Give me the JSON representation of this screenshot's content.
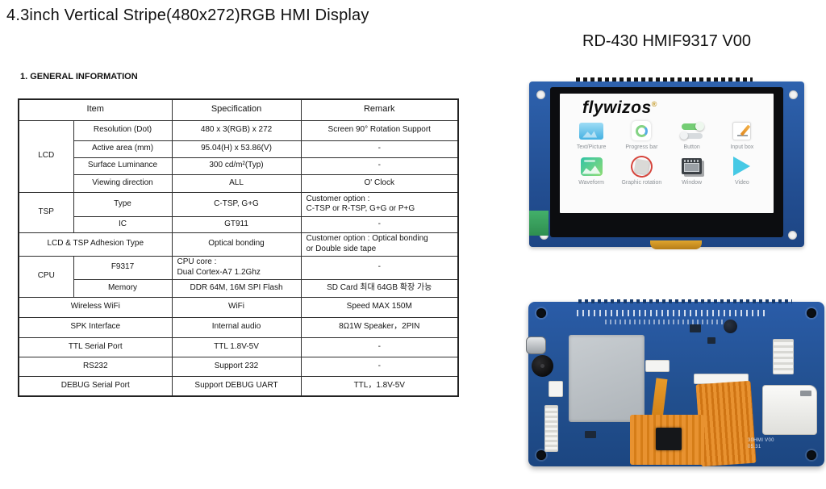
{
  "page": {
    "title": "4.3inch Vertical Stripe(480x272)RGB HMI Display",
    "section_heading": "1. GENERAL INFORMATION",
    "product_heading": "RD-430 HMIF9317 V00"
  },
  "table": {
    "headers": {
      "item": "Item",
      "specification": "Specification",
      "remark": "Remark"
    },
    "groups": {
      "lcd": "LCD",
      "tsp": "TSP",
      "cpu": "CPU"
    },
    "rows": {
      "resolution": {
        "item": "Resolution (Dot)",
        "spec": "480 x 3(RGB) x 272",
        "remark": "Screen 90° Rotation Support"
      },
      "active_area": {
        "item": "Active area (mm)",
        "spec": "95.04(H) x 53.86(V)",
        "remark": "-"
      },
      "surface_luminance": {
        "item": "Surface Luminance",
        "spec": "300 cd/m²(Typ)",
        "remark": "-"
      },
      "viewing_direction": {
        "item": "Viewing direction",
        "spec": "ALL",
        "remark": "O' Clock"
      },
      "tsp_type": {
        "item": "Type",
        "spec": "C-TSP, G+G",
        "remark": "Customer option :\nC-TSP or R-TSP, G+G or P+G"
      },
      "tsp_ic": {
        "item": "IC",
        "spec": "GT911",
        "remark": "-"
      },
      "adhesion": {
        "item": "LCD & TSP Adhesion Type",
        "spec": "Optical bonding",
        "remark": "Customer option : Optical bonding\nor Double side tape"
      },
      "cpu_model": {
        "item": "F9317",
        "spec": "CPU core :\nDual Cortex-A7 1.2Ghz",
        "remark": "-"
      },
      "cpu_memory": {
        "item": "Memory",
        "spec": "DDR 64M, 16M SPI Flash",
        "remark": "SD Card 최대 64GB 확장 가능"
      },
      "wifi": {
        "item": "Wireless WiFi",
        "spec": "WiFi",
        "remark": "Speed MAX 150M"
      },
      "spk": {
        "item": "SPK Interface",
        "spec": "Internal audio",
        "remark": "8Ω1W Speaker，2PIN"
      },
      "ttl": {
        "item": "TTL Serial Port",
        "spec": "TTL 1.8V-5V",
        "remark": "-"
      },
      "rs232": {
        "item": "RS232",
        "spec": "Support 232",
        "remark": "-"
      },
      "debug": {
        "item": "DEBUG Serial Port",
        "spec": "Support DEBUG UART",
        "remark": "TTL，1.8V-5V"
      }
    }
  },
  "display_module": {
    "logo_text": "flywizos",
    "logo_reg": "®",
    "icons": [
      {
        "label": "Text/Picture"
      },
      {
        "label": "Progress bar"
      },
      {
        "label": "Button"
      },
      {
        "label": "Input box"
      },
      {
        "label": "Waveform"
      },
      {
        "label": "Graphic rotation"
      },
      {
        "label": "Window"
      },
      {
        "label": "Video"
      }
    ]
  },
  "pcb": {
    "silkscreen_model": "30HMI V00",
    "silkscreen_date": "05.31"
  },
  "colors": {
    "pcb_blue": "#24549c",
    "logo_reg_gold": "#c49a28",
    "shield_gray": "#b9bec2",
    "flex_orange": "#e08a1e",
    "play_cyan": "#46c9e5"
  }
}
